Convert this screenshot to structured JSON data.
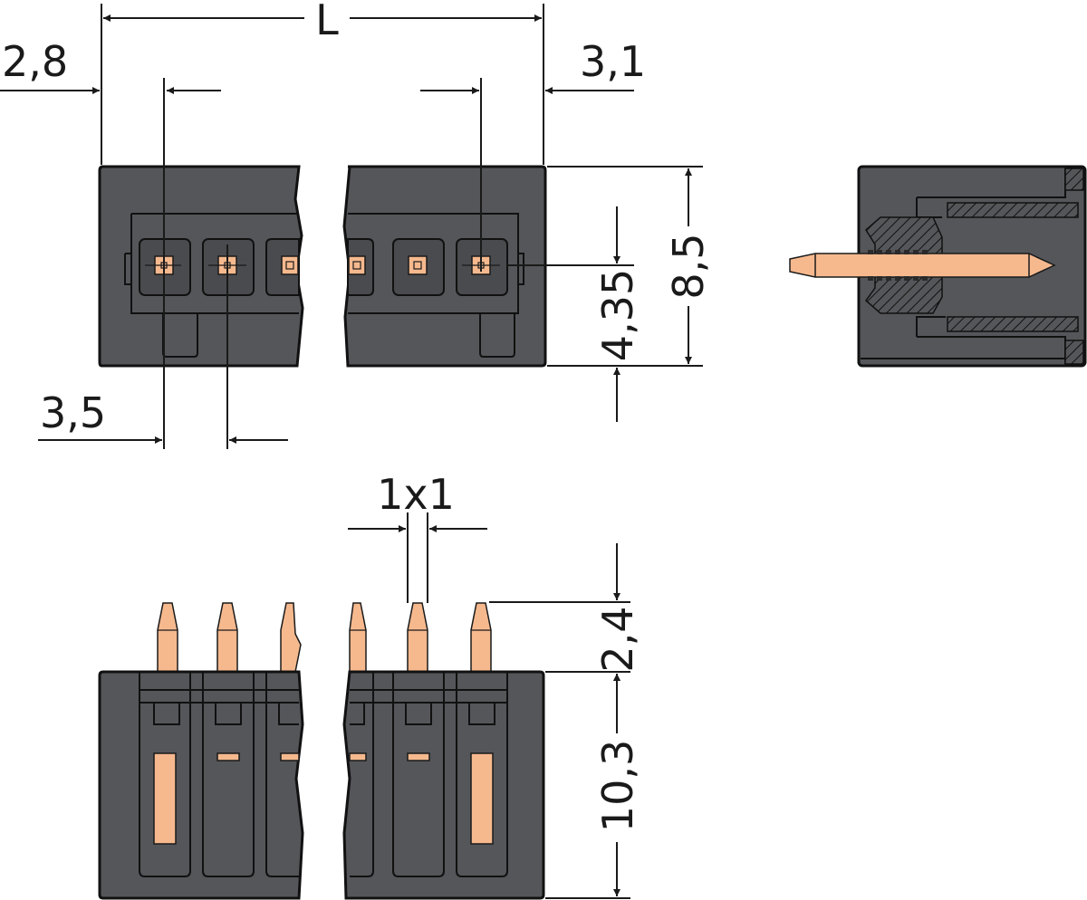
{
  "drawing": {
    "colors": {
      "housing": "#55565a",
      "housing_dark": "#4a4b4f",
      "pin": "#f6b98e",
      "line": "#1a1a1a"
    },
    "dimensions": {
      "length": "L",
      "left_offset": "2,8",
      "right_offset": "3,1",
      "height_total": "8,5",
      "pin_height": "4,35",
      "pitch": "3,5",
      "pin_section": "1x1",
      "pin_length": "2,4",
      "body_depth": "10,3"
    }
  }
}
